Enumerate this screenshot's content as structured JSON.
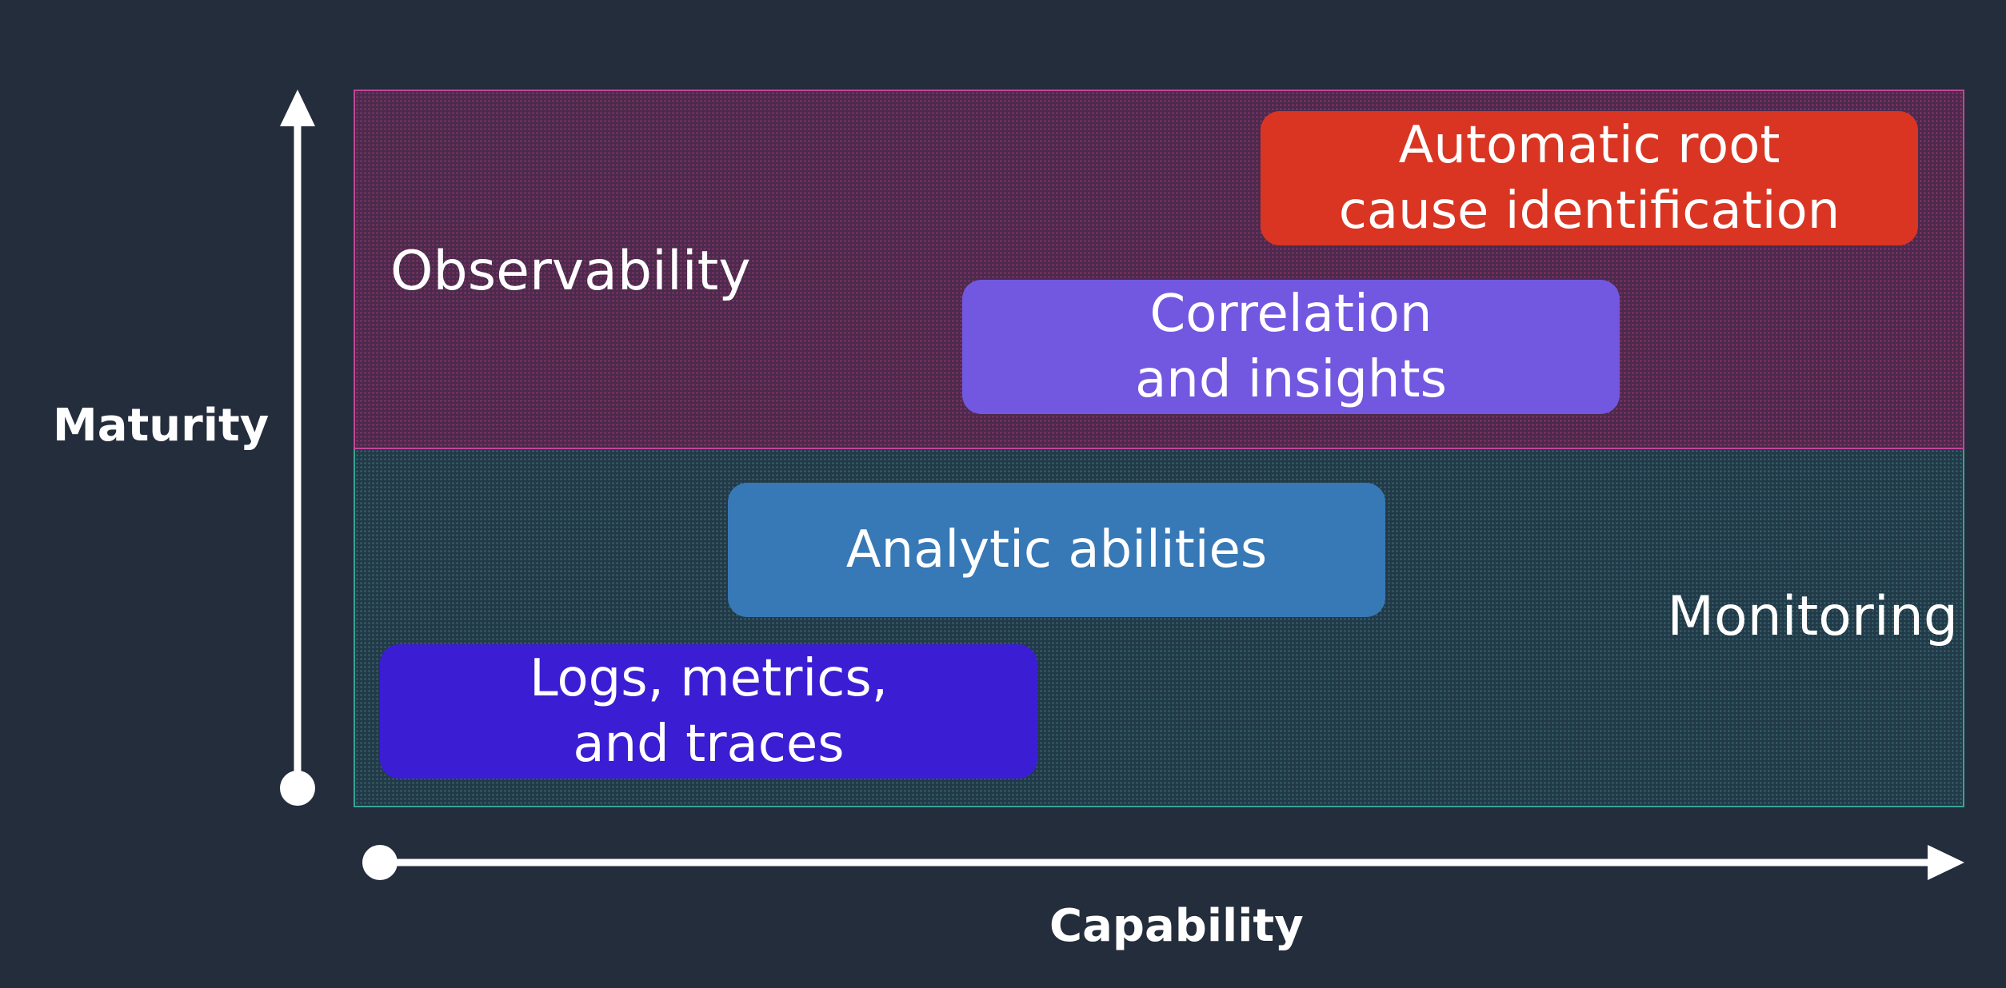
{
  "zones": {
    "observability": "Observability",
    "monitoring": "Monitoring"
  },
  "boxes": {
    "root_cause": {
      "line1": "Automatic root",
      "line2": "cause identification",
      "color": "#da3522"
    },
    "correlation": {
      "line1": "Correlation",
      "line2": "and insights",
      "color": "#7258e0"
    },
    "analytic": {
      "line1": "Analytic abilities",
      "color": "#3778b6"
    },
    "logs": {
      "line1": "Logs, metrics,",
      "line2": "and traces",
      "color": "#3b1dd4"
    }
  },
  "axes": {
    "y_label": "Maturity",
    "x_label": "Capability"
  }
}
